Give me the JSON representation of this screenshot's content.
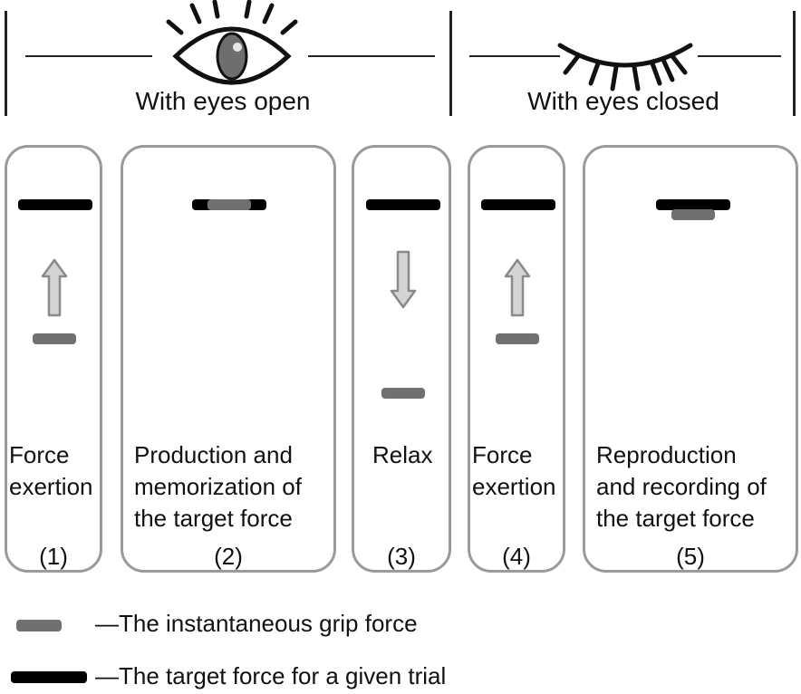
{
  "header": {
    "open_caption": "With eyes open",
    "closed_caption": "With eyes closed"
  },
  "icons": {
    "open": "open-eye-icon",
    "closed": "closed-eye-icon",
    "up": "up-arrow-icon",
    "down": "down-arrow-icon"
  },
  "panels": [
    {
      "number": "(1)",
      "lines": [
        "Force",
        "exertion"
      ]
    },
    {
      "number": "(2)",
      "lines": [
        "Production and",
        "memorization of",
        "the target force"
      ]
    },
    {
      "number": "(3)",
      "lines": [
        "Relax"
      ]
    },
    {
      "number": "(4)",
      "lines": [
        "Force",
        "exertion"
      ]
    },
    {
      "number": "(5)",
      "lines": [
        "Reproduction",
        "and recording of",
        "the target force"
      ]
    }
  ],
  "legend": {
    "grip": "—The instantaneous grip force",
    "target": "—The target force for a given trial"
  },
  "colors": {
    "target_bar": "#000000",
    "grip_bar": "#707070",
    "arrow_fill": "#d4d4d4",
    "arrow_stroke": "#8a8a8a",
    "panel_border": "#9a9a9a"
  }
}
